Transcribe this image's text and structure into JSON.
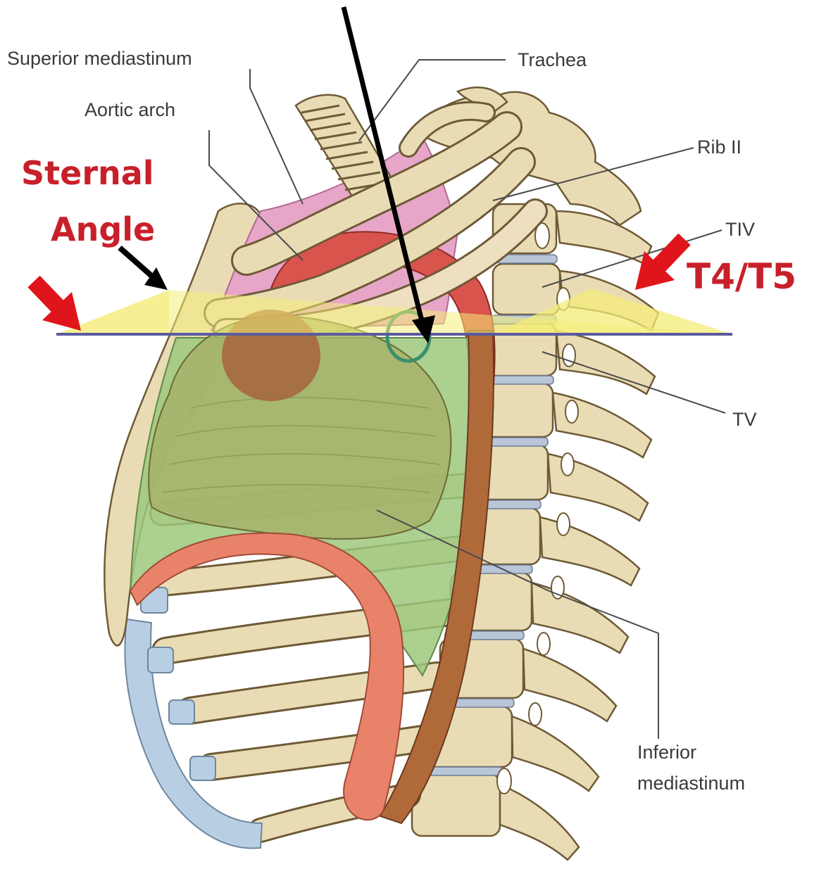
{
  "labels": {
    "superior_mediastinum": "Superior mediastinum",
    "trachea": "Trachea",
    "aortic_arch": "Aortic arch",
    "rib_ii": "Rib II",
    "tiv": "TIV",
    "tv": "TV",
    "inferior_line1": "Inferior",
    "inferior_line2": "mediastinum"
  },
  "annotations": {
    "sternal_line1": "Sternal",
    "sternal_line2": "Angle",
    "t4t5": "T4/T5"
  },
  "colors": {
    "annotation_red": "#c8202a",
    "arrow_red": "#e0141b",
    "plane_yellow": "#f4ec78",
    "plane_line": "#5a5aa0",
    "mediastinum_green": "#9cc87c",
    "superior_pink": "#e7a6c8",
    "aorta_red": "#d9544c",
    "bone": "#e9dcb5",
    "cartilage_blue": "#b8cfe3"
  }
}
